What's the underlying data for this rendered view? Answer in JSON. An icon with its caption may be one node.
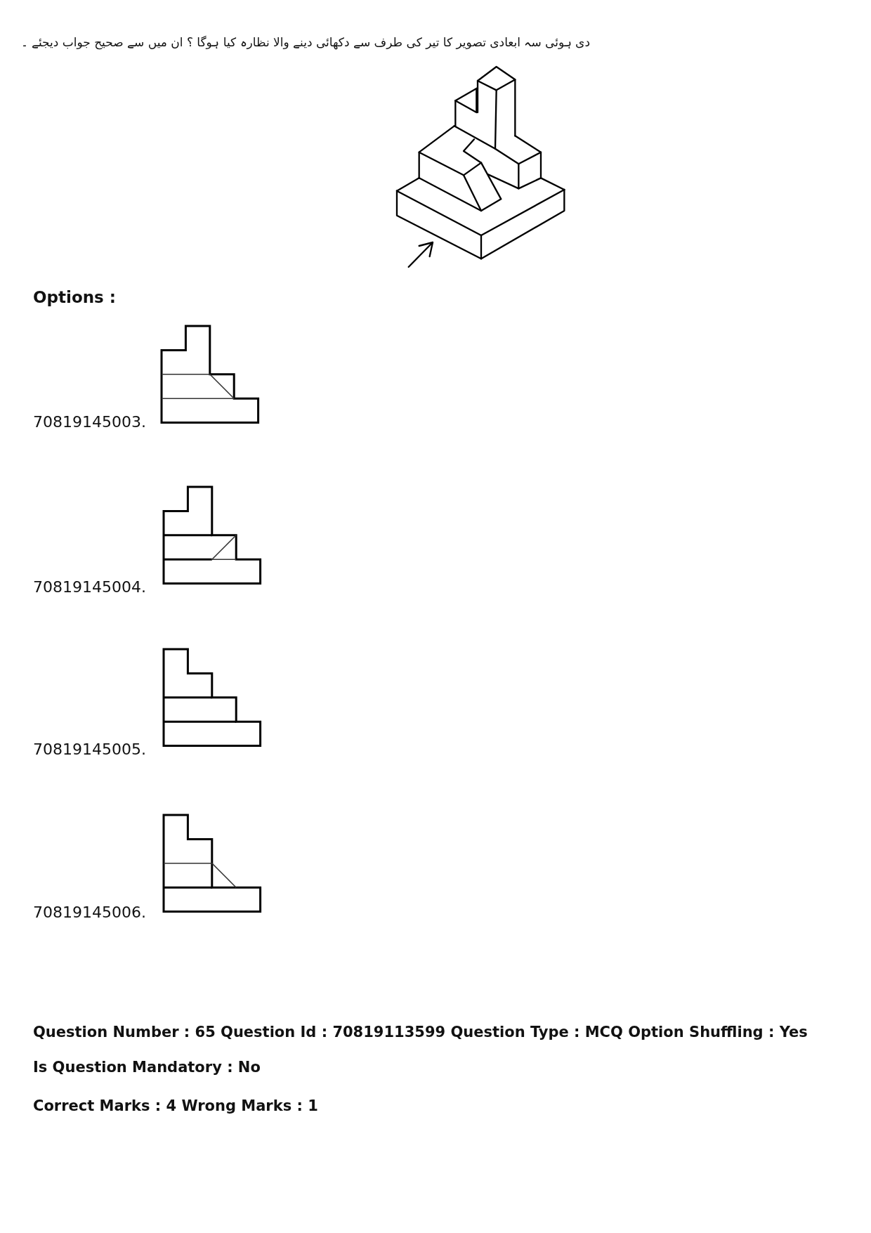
{
  "diagram": {
    "labels": [
      "دی ہوئی سہ ابعادی تصویر کا تیر کی طرف سے دکھائی دینے والا نظارہ کیا ہوگا ؟ ان میں سے صحیح جواب دیجئے ۔",
      "Options :",
      "70819145003.",
      "70819145004.",
      "70819145005.",
      "70819145006.",
      "Question Number : 65 Question Id : 70819113599 Question Type : MCQ Option Shuffling : Yes",
      "Is Question Mandatory : No",
      "Correct Marks : 4 Wrong Marks : 1"
    ]
  }
}
